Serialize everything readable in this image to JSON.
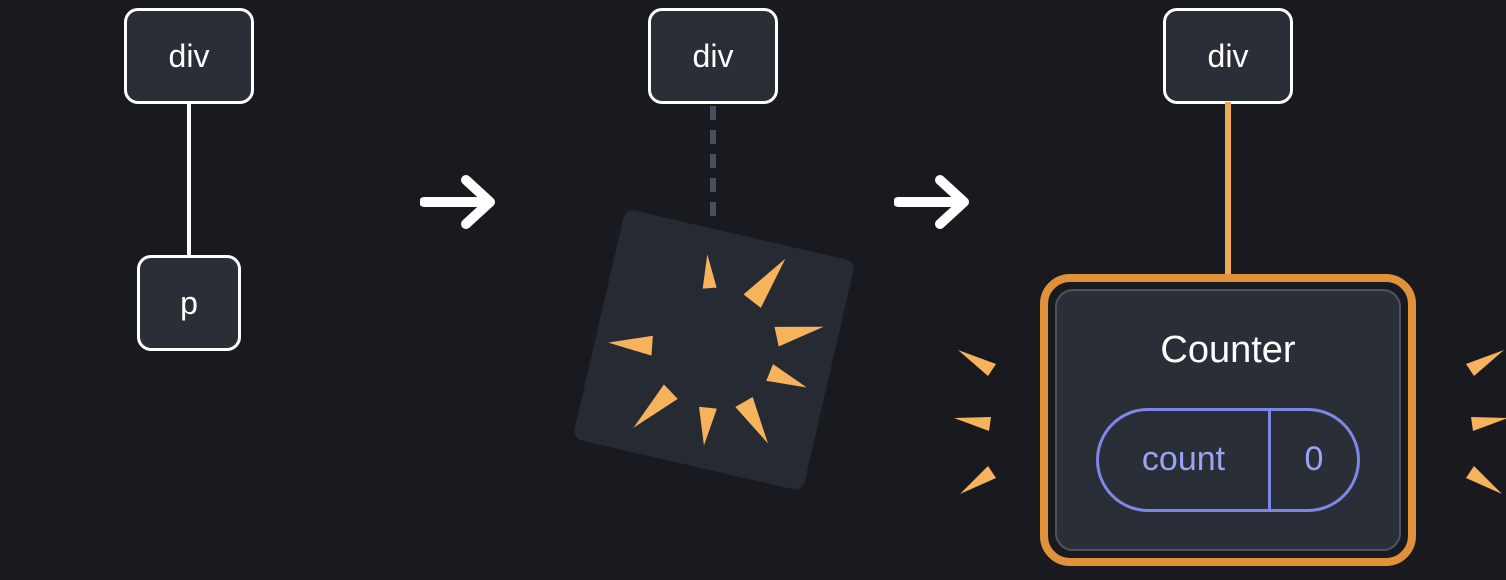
{
  "diagram": {
    "stage1": {
      "parent_label": "div",
      "child_label": "p"
    },
    "stage2": {
      "parent_label": "div"
    },
    "stage3": {
      "parent_label": "div",
      "component": {
        "title": "Counter",
        "state_label": "count",
        "state_value": "0"
      }
    }
  },
  "colors": {
    "background": "#181a20",
    "node_fill": "#2a2e37",
    "node_border": "#ffffff",
    "arrow": "#ffffff",
    "dashed_connector": "#474d59",
    "highlight_orange_border": "#e0913a",
    "orange_connector": "#ecab52",
    "spark_orange": "#f7b35c",
    "pill_accent": "#7d87e8",
    "pill_text": "#9aa4f3"
  },
  "icons": {
    "arrow_1": "right-arrow-icon",
    "arrow_2": "right-arrow-icon",
    "poof": "exploding-node-icon",
    "sparkles": "sparkle-burst-icon"
  }
}
